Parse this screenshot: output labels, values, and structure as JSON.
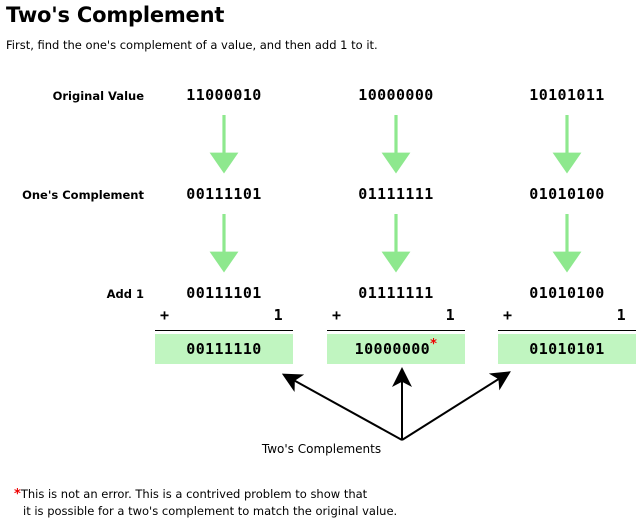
{
  "page": {
    "title": "Two's Complement",
    "subtitle": "First, find the one's complement of a value, and then add 1 to it."
  },
  "row_labels": {
    "original": "Original Value",
    "ones_complement": "One's Complement",
    "add_one": "Add 1"
  },
  "columns": [
    {
      "original": "11000010",
      "ones_complement": "00111101",
      "addend_top": "00111101",
      "plus_sign": "+",
      "addend_bottom": "1",
      "result": "00111110",
      "result_note": ""
    },
    {
      "original": "10000000",
      "ones_complement": "01111111",
      "addend_top": "01111111",
      "plus_sign": "+",
      "addend_bottom": "1",
      "result": "10000000",
      "result_note": "*"
    },
    {
      "original": "10101011",
      "ones_complement": "01010100",
      "addend_top": "01010100",
      "plus_sign": "+",
      "addend_bottom": "1",
      "result": "01010101",
      "result_note": ""
    }
  ],
  "arrow_caption": "Two's Complements",
  "footnote": {
    "marker": "*",
    "line1": "This is not an error. This is a contrived problem to show that",
    "line2": "it is possible for a two's complement to match the original value."
  },
  "colors": {
    "green_arrow": "#8ee88e",
    "result_highlight": "#c0f5c0",
    "note_red": "#ee0000",
    "text": "#000000",
    "background": "#ffffff"
  }
}
